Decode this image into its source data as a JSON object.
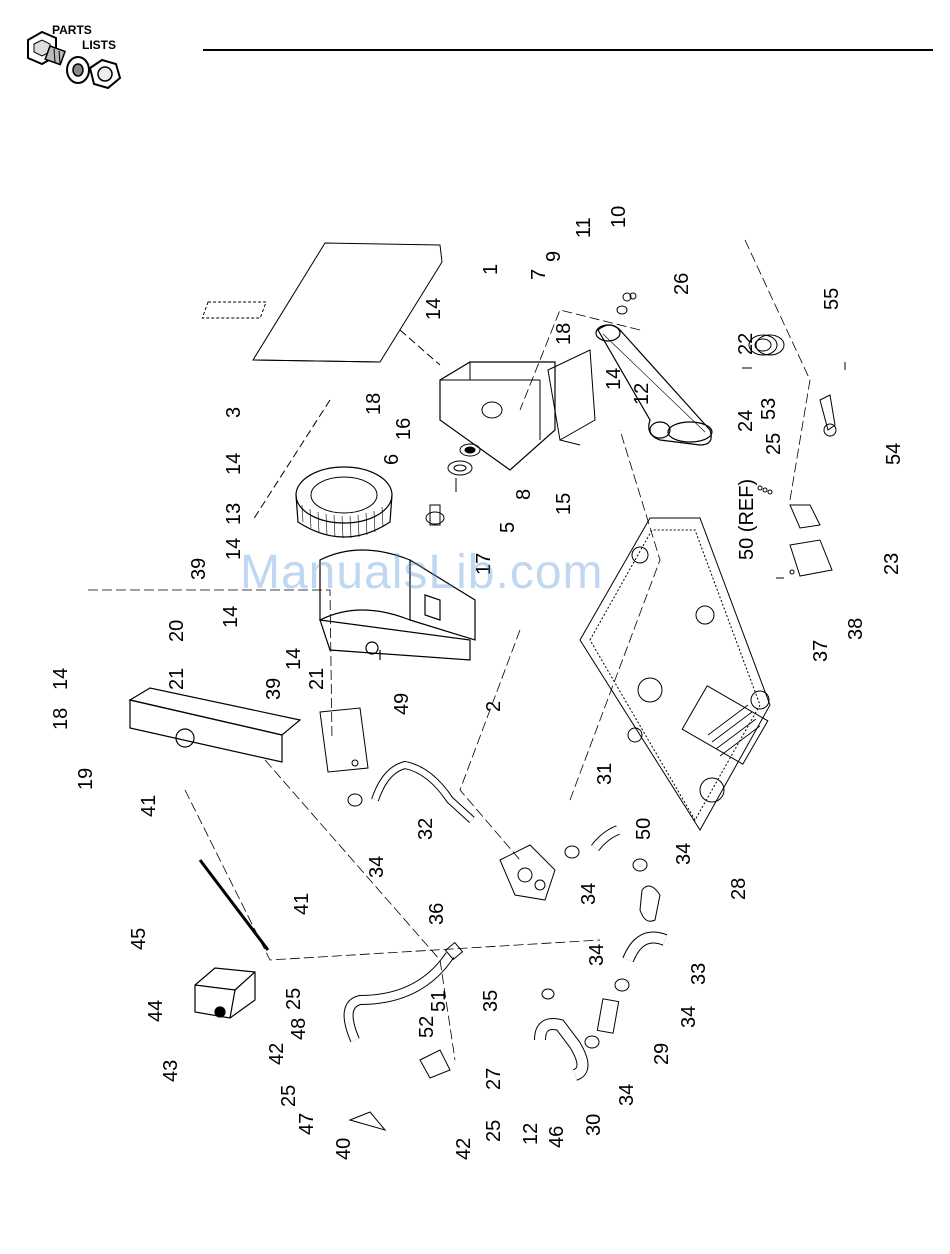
{
  "header": {
    "icon_line1": "PARTS",
    "icon_line2": "LISTS"
  },
  "watermark": "ManualsLib.com",
  "callouts": {
    "c1": "1",
    "c2": "2",
    "c3": "3",
    "c5": "5",
    "c6": "6",
    "c7": "7",
    "c8": "8",
    "c9": "9",
    "c10": "10",
    "c11": "11",
    "c12a": "12",
    "c12b": "12",
    "c13": "13",
    "c14a": "14",
    "c14b": "14",
    "c14c": "14",
    "c14d": "14",
    "c14e": "14",
    "c14f": "14",
    "c14g": "14",
    "c15": "15",
    "c16": "16",
    "c17": "17",
    "c18a": "18",
    "c18b": "18",
    "c18c": "18",
    "c19": "19",
    "c20": "20",
    "c21a": "21",
    "c21b": "21",
    "c22": "22",
    "c23": "23",
    "c24": "24",
    "c25a": "25",
    "c25b": "25",
    "c25c": "25",
    "c25d": "25",
    "c26": "26",
    "c27": "27",
    "c28": "28",
    "c29": "29",
    "c30": "30",
    "c31": "31",
    "c32": "32",
    "c33": "33",
    "c34a": "34",
    "c34b": "34",
    "c34c": "34",
    "c34d": "34",
    "c34e": "34",
    "c34f": "34",
    "c35": "35",
    "c36": "36",
    "c37": "37",
    "c38": "38",
    "c39a": "39",
    "c39b": "39",
    "c40": "40",
    "c41a": "41",
    "c41b": "41",
    "c42a": "42",
    "c42b": "42",
    "c43": "43",
    "c44": "44",
    "c45": "45",
    "c46": "46",
    "c47": "47",
    "c48": "48",
    "c49": "49",
    "c50": "50",
    "c50ref": "50 (REF)",
    "c51": "51",
    "c52": "52",
    "c53": "53",
    "c54": "54",
    "c55": "55"
  }
}
